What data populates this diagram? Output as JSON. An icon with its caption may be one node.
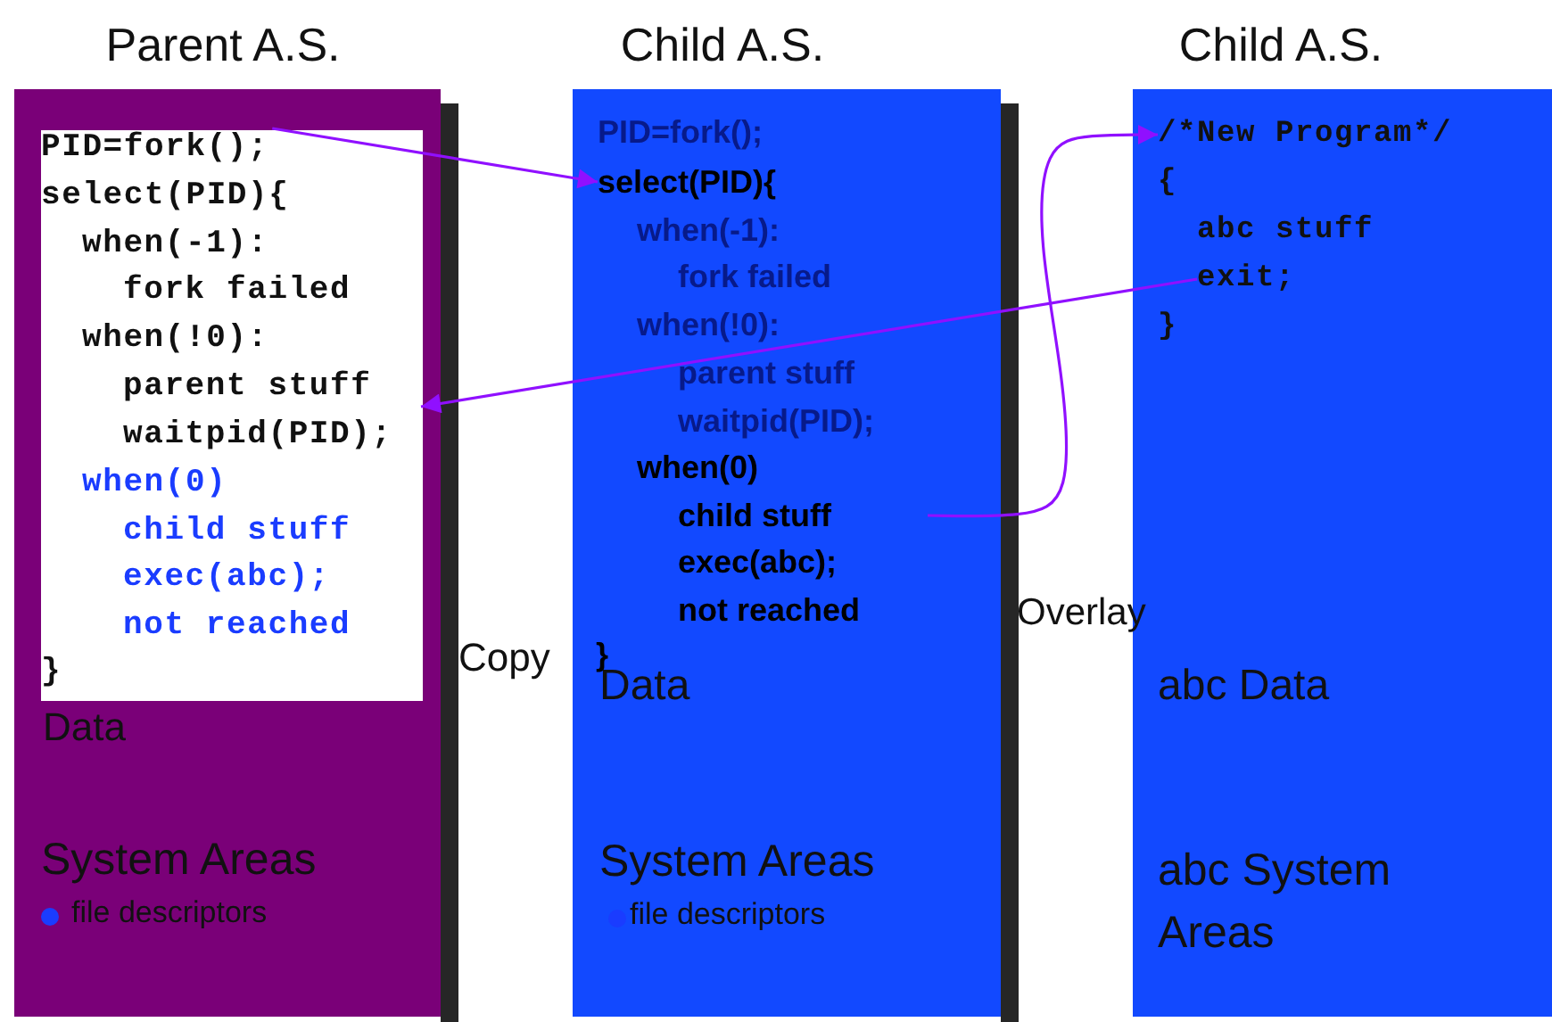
{
  "diagram": {
    "nodes": [
      {
        "text": [
          "Parent A.S.",
          "Data",
          "System Areas",
          "file descriptors"
        ]
      },
      {
        "text": [],
        "shape": "box",
        "in": 0
      },
      {
        "text": [
          "PID=fork();"
        ],
        "in": 1
      },
      {
        "text": [
          "select(PID){"
        ],
        "in": 1
      },
      {
        "text": [
          "when(-1):"
        ],
        "in": 1
      },
      {
        "text": [
          "fork failed"
        ],
        "in": 1
      },
      {
        "text": [
          "when(!0):"
        ],
        "in": 1
      },
      {
        "text": [
          "parent stuff"
        ],
        "in": 1
      },
      {
        "text": [
          "waitpid(PID);"
        ],
        "in": 1
      },
      {
        "text": [
          "when(0)"
        ],
        "in": 1
      },
      {
        "text": [
          "child stuff"
        ],
        "in": 1
      },
      {
        "text": [
          "exec(abc);"
        ],
        "in": 1
      },
      {
        "text": [
          "not reached"
        ],
        "in": 1
      },
      {
        "text": [
          "}"
        ],
        "in": 1
      },
      {
        "text": [
          "Child A.S.",
          "Data",
          "System Areas",
          "file descriptors"
        ]
      },
      {
        "text": [
          "PID=fork();"
        ],
        "in": 14
      },
      {
        "text": [
          "select(PID){"
        ],
        "in": 14
      },
      {
        "text": [
          "when(-1):"
        ],
        "in": 14
      },
      {
        "text": [
          "fork failed"
        ],
        "in": 14
      },
      {
        "text": [
          "when(!0):"
        ],
        "in": 14
      },
      {
        "text": [
          "parent stuff"
        ],
        "in": 14
      },
      {
        "text": [
          "waitpid(PID);"
        ],
        "in": 14
      },
      {
        "text": [
          "when(0)"
        ],
        "in": 14
      },
      {
        "text": [
          "child stuff"
        ],
        "in": 14
      },
      {
        "text": [
          "exec(abc);"
        ],
        "in": 14
      },
      {
        "text": [
          "not reached"
        ],
        "in": 14
      },
      {
        "text": [
          "}"
        ],
        "in": 14
      },
      {
        "text": [
          "Child A.S.",
          "abc Data",
          "abc System Areas"
        ]
      },
      {
        "text": [
          "/*New Program*/"
        ],
        "in": 27
      },
      {
        "text": [
          "{"
        ],
        "in": 27
      },
      {
        "text": [
          "abc stuff"
        ],
        "in": 27
      },
      {
        "text": [
          "exit;"
        ],
        "in": 27
      },
      {
        "text": [
          "}"
        ],
        "in": 27
      }
    ],
    "edges": [
      {
        "from": 2,
        "to": 16,
        "arrow": "to"
      },
      {
        "from": 31,
        "to": 7,
        "arrow": "to"
      },
      {
        "from": 23,
        "to": 28,
        "arrow": "to"
      }
    ],
    "labels": [
      "Copy",
      "Overlay"
    ]
  }
}
